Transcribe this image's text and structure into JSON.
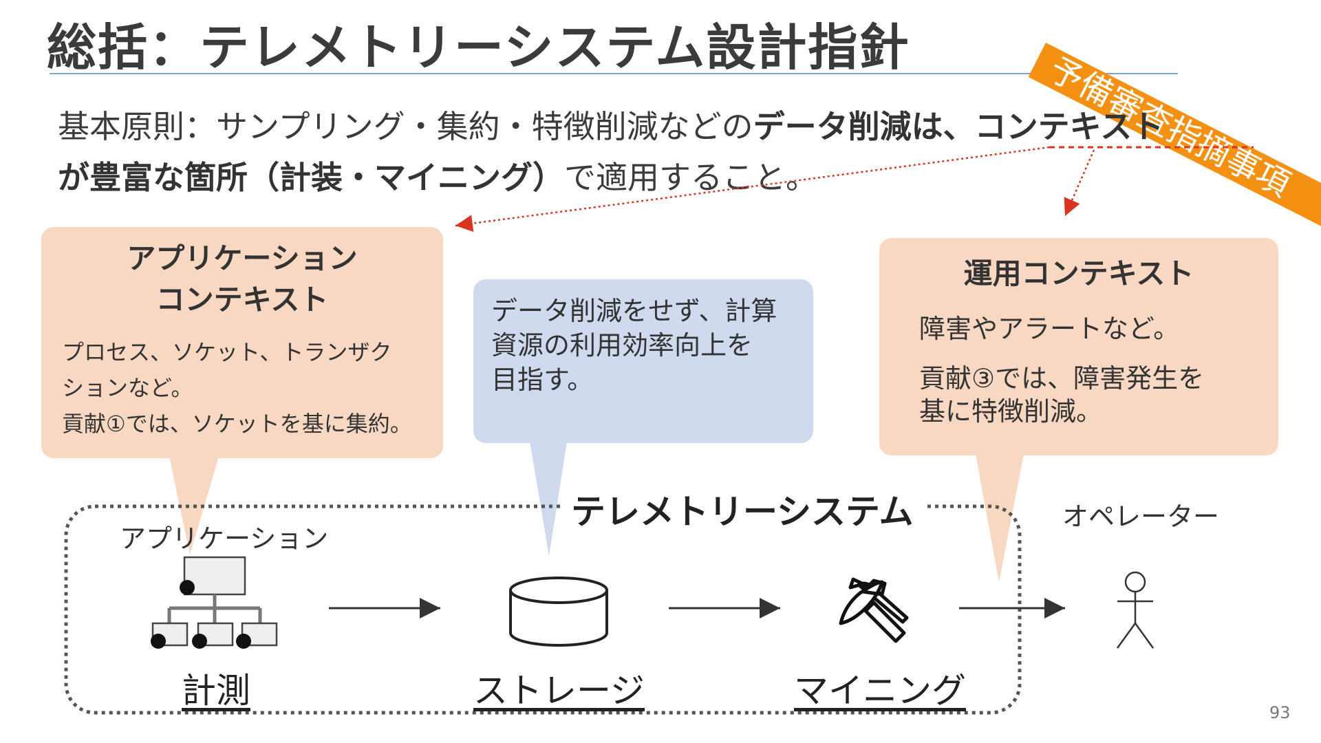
{
  "title": "総括：テレメトリーシステム設計指針",
  "ribbon": "予備審査指摘事項",
  "principle": {
    "line1_normal": "基本原則：サンプリング・集約・特徴削減などの",
    "line1_bold": "データ削減は、コンテキスト",
    "line2_bold": "が豊富な箇所（計装・マイニング）",
    "line2_normal": "で適用すること。"
  },
  "app_context": {
    "title_line1": "アプリケーション",
    "title_line2": "コンテキスト",
    "text_line1": "プロセス、ソケット、トランザク",
    "text_line2": "ションなど。",
    "text_line3": "貢献①では、ソケットを基に集約。"
  },
  "storage_note": {
    "line1": "データ削減をせず、計算",
    "line2": "資源の利用効率向上を",
    "line3": "目指す。"
  },
  "ops_context": {
    "title": "運用コンテキスト",
    "text_line1": "障害やアラートなど。",
    "text_line2": "貢献③では、障害発生を",
    "text_line3": "基に特徴削減。"
  },
  "system_label": "テレメトリーシステム",
  "labels": {
    "application": "アプリケーション",
    "operator": "オペレーター",
    "measure": "計測",
    "storage": "ストレージ",
    "mining": "マイニング"
  },
  "page_number": "93",
  "colors": {
    "accent_orange": "#f59112",
    "peach_callout": "#f8d8c3",
    "blue_callout": "#cfdaee",
    "arrow_red": "#d9341f",
    "title_rule": "#7aa3d6"
  },
  "icons": {
    "application": "hierarchy-icon",
    "storage": "database-cylinder-icon",
    "mining": "pickaxe-icon",
    "operator": "stick-figure-icon"
  }
}
